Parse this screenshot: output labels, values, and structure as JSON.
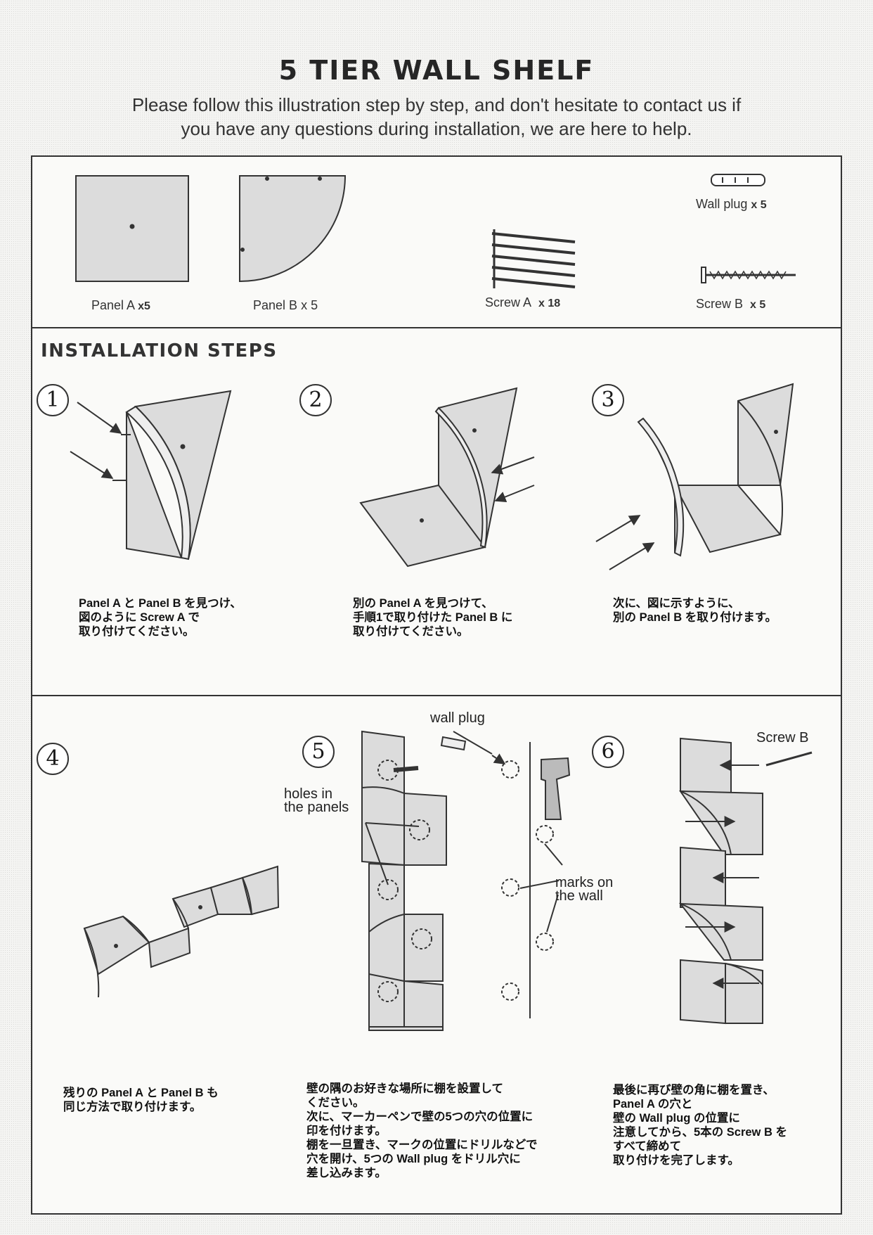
{
  "header": {
    "title": "5 TIER WALL SHELF",
    "intro_line1": "Please follow this illustration step by step, and don't hesitate to contact us if",
    "intro_line2": "you have any questions during installation, we are here to help."
  },
  "parts": {
    "panel_a": {
      "name": "Panel A",
      "qty": "x5"
    },
    "panel_b": {
      "name": "Panel B",
      "qty": "x 5"
    },
    "screw_a": {
      "name": "Screw A",
      "qty": "x 18"
    },
    "wall_plug": {
      "name": "Wall plug",
      "qty": "x 5"
    },
    "screw_b": {
      "name": "Screw B",
      "qty": "x 5"
    }
  },
  "installation": {
    "heading": "INSTALLATION STEPS",
    "steps": [
      {
        "number": "1",
        "lines": [
          "Panel A と Panel B を見つけ、",
          "図のように Screw A で",
          "取り付けてください。"
        ]
      },
      {
        "number": "2",
        "lines": [
          "別の Panel A を見つけて、",
          "手順1で取り付けた Panel B に",
          "取り付けてください。"
        ]
      },
      {
        "number": "3",
        "lines": [
          "次に、図に示すように、",
          "別の Panel B を取り付けます。"
        ]
      },
      {
        "number": "4",
        "lines": [
          "残りの Panel A と Panel B も",
          "同じ方法で取り付けます。"
        ]
      },
      {
        "number": "5",
        "lines": [
          "壁の隅のお好きな場所に棚を設置して",
          "ください。",
          "次に、マーカーペンで壁の5つの穴の位置に",
          "印を付けます。",
          "棚を一旦置き、マークの位置にドリルなどで",
          "穴を開け、5つの Wall plug をドリル穴に",
          "差し込みます。"
        ]
      },
      {
        "number": "6",
        "lines": [
          "最後に再び壁の角に棚を置き、",
          "Panel A の穴と",
          "壁の Wall plug の位置に",
          "注意してから、5本の Screw B を",
          "すべて締めて",
          "取り付けを完了します。"
        ]
      }
    ],
    "callouts": {
      "wall_plug": "wall plug",
      "holes_line1": "holes in",
      "holes_line2": "the panels",
      "marks_line1": "marks on",
      "marks_line2": "the wall",
      "screw_b": "Screw B"
    }
  },
  "colors": {
    "ink": "#333333",
    "panel_fill": "#dcdcdc",
    "background": "#f4f4f2"
  }
}
